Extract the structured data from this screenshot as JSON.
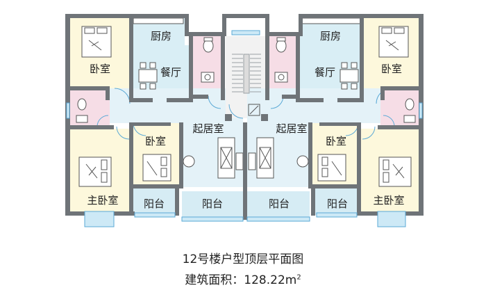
{
  "colors": {
    "bedroom": "#fdf8dc",
    "kitchen_dining": "#d9eef5",
    "bathroom": "#f6dde6",
    "living": "#e4f2f8",
    "balcony": "#d6ecf4",
    "wall": "#6f7478",
    "stair": "#f2f2f2"
  },
  "rooms": {
    "left_kitchen": "厨房",
    "left_dining": "餐厅",
    "left_top_bedroom": "卧室",
    "left_mid_bedroom": "卧室",
    "left_master_bedroom": "主卧室",
    "left_living": "起居室",
    "left_balcony_small": "阳台",
    "left_balcony_large": "阳台",
    "right_kitchen": "厨房",
    "right_dining": "餐厅",
    "right_top_bedroom": "卧室",
    "right_mid_bedroom": "卧室",
    "right_master_bedroom": "主卧室",
    "right_living": "起居室",
    "right_balcony_small": "阳台",
    "right_balcony_large": "阳台"
  },
  "caption": {
    "title": "12号楼户型顶层平面图",
    "area_label": "建筑面积：",
    "area_value": "128.22",
    "area_unit": "m",
    "area_unit_sup": "2"
  }
}
